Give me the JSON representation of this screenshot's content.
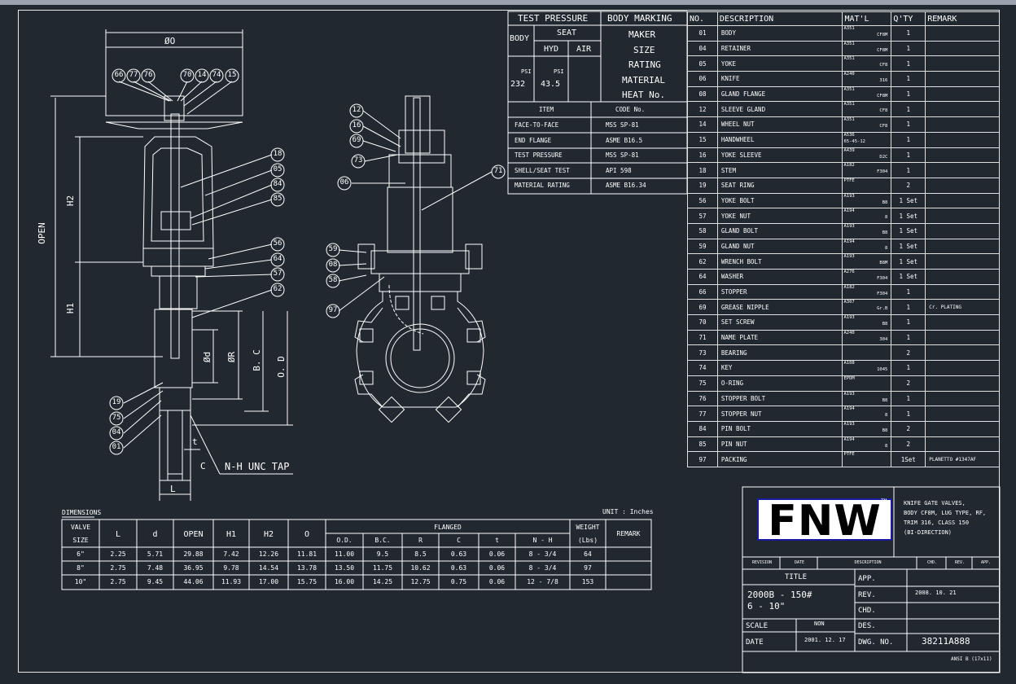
{
  "test_pressure": {
    "title": "TEST PRESSURE",
    "body": "BODY",
    "seat": "SEAT",
    "hyd": "HYD",
    "air": "AIR",
    "psi_body": "PSI",
    "psi_seat": "PSI",
    "body_value": "232",
    "hyd_value": "43.5"
  },
  "body_marking": {
    "title": "BODY MARKING",
    "items": [
      "MAKER",
      "SIZE",
      "RATING",
      "MATERIAL",
      "HEAT No."
    ]
  },
  "codes": {
    "headers": [
      "ITEM",
      "CODE No."
    ],
    "rows": [
      [
        "FACE-TO-FACE",
        "MSS SP-81"
      ],
      [
        "END FLANGE",
        "ASME B16.5"
      ],
      [
        "TEST PRESSURE",
        "MSS SP-81"
      ],
      [
        "SHELL/SEAT TEST",
        "API 598"
      ],
      [
        "MATERIAL RATING",
        "ASME B16.34"
      ]
    ]
  },
  "parts": {
    "headers": [
      "NO.",
      "DESCRIPTION",
      "MAT'L",
      "Q'TY",
      "REMARK"
    ],
    "rows": [
      {
        "no": "01",
        "desc": "BODY",
        "mat_std": "A351",
        "mat_grade": "CF8M",
        "qty": "1",
        "remark": ""
      },
      {
        "no": "04",
        "desc": "RETAINER",
        "mat_std": "A351",
        "mat_grade": "CF8M",
        "qty": "1",
        "remark": ""
      },
      {
        "no": "05",
        "desc": "YOKE",
        "mat_std": "A351",
        "mat_grade": "CF8",
        "qty": "1",
        "remark": ""
      },
      {
        "no": "06",
        "desc": "KNIFE",
        "mat_std": "A240",
        "mat_grade": "316",
        "qty": "1",
        "remark": ""
      },
      {
        "no": "08",
        "desc": "GLAND FLANGE",
        "mat_std": "A351",
        "mat_grade": "CF8M",
        "qty": "1",
        "remark": ""
      },
      {
        "no": "12",
        "desc": "SLEEVE GLAND",
        "mat_std": "A351",
        "mat_grade": "CF8",
        "qty": "1",
        "remark": ""
      },
      {
        "no": "14",
        "desc": "WHEEL NUT",
        "mat_std": "A351",
        "mat_grade": "CF8",
        "qty": "1",
        "remark": ""
      },
      {
        "no": "15",
        "desc": "HANDWHEEL",
        "mat_std": "A536",
        "mat_grade": "65-45-12",
        "qty": "1",
        "remark": ""
      },
      {
        "no": "16",
        "desc": "YOKE SLEEVE",
        "mat_std": "A439",
        "mat_grade": "D2C",
        "qty": "1",
        "remark": ""
      },
      {
        "no": "18",
        "desc": "STEM",
        "mat_std": "A182",
        "mat_grade": "F304",
        "qty": "1",
        "remark": ""
      },
      {
        "no": "19",
        "desc": "SEAT RING",
        "mat_std": "PTFE",
        "mat_grade": "",
        "qty": "2",
        "remark": ""
      },
      {
        "no": "56",
        "desc": "YOKE BOLT",
        "mat_std": "A193",
        "mat_grade": "B8",
        "qty": "1 Set",
        "remark": ""
      },
      {
        "no": "57",
        "desc": "YOKE NUT",
        "mat_std": "A194",
        "mat_grade": "8",
        "qty": "1 Set",
        "remark": ""
      },
      {
        "no": "58",
        "desc": "GLAND BOLT",
        "mat_std": "A193",
        "mat_grade": "B8",
        "qty": "1 Set",
        "remark": ""
      },
      {
        "no": "59",
        "desc": "GLAND NUT",
        "mat_std": "A194",
        "mat_grade": "8",
        "qty": "1 Set",
        "remark": ""
      },
      {
        "no": "62",
        "desc": "WRENCH BOLT",
        "mat_std": "A193",
        "mat_grade": "B8M",
        "qty": "1 Set",
        "remark": ""
      },
      {
        "no": "64",
        "desc": "WASHER",
        "mat_std": "A276",
        "mat_grade": "F304",
        "qty": "1 Set",
        "remark": ""
      },
      {
        "no": "66",
        "desc": "STOPPER",
        "mat_std": "A182",
        "mat_grade": "F304",
        "qty": "1",
        "remark": ""
      },
      {
        "no": "69",
        "desc": "GREASE NIPPLE",
        "mat_std": "A307",
        "mat_grade": "Gr.B",
        "qty": "1",
        "remark": "Cr. PLATING"
      },
      {
        "no": "70",
        "desc": "SET SCREW",
        "mat_std": "A193",
        "mat_grade": "B8",
        "qty": "1",
        "remark": ""
      },
      {
        "no": "71",
        "desc": "NAME PLATE",
        "mat_std": "A240",
        "mat_grade": "304",
        "qty": "1",
        "remark": ""
      },
      {
        "no": "73",
        "desc": "BEARING",
        "mat_std": "",
        "mat_grade": "",
        "qty": "2",
        "remark": ""
      },
      {
        "no": "74",
        "desc": "KEY",
        "mat_std": "A108",
        "mat_grade": "1045",
        "qty": "1",
        "remark": ""
      },
      {
        "no": "75",
        "desc": "O-RING",
        "mat_std": "EPDM",
        "mat_grade": "",
        "qty": "2",
        "remark": ""
      },
      {
        "no": "76",
        "desc": "STOPPER BOLT",
        "mat_std": "A193",
        "mat_grade": "B8",
        "qty": "1",
        "remark": ""
      },
      {
        "no": "77",
        "desc": "STOPPER NUT",
        "mat_std": "A194",
        "mat_grade": "8",
        "qty": "1",
        "remark": ""
      },
      {
        "no": "84",
        "desc": "PIN BOLT",
        "mat_std": "A193",
        "mat_grade": "B8",
        "qty": "2",
        "remark": ""
      },
      {
        "no": "85",
        "desc": "PIN NUT",
        "mat_std": "A194",
        "mat_grade": "8",
        "qty": "2",
        "remark": ""
      },
      {
        "no": "97",
        "desc": "PACKING",
        "mat_std": "PTFE",
        "mat_grade": "",
        "qty": "1Set",
        "remark": "PLANETTO #1347AF"
      }
    ]
  },
  "dimensions": {
    "title": "DIMENSIONS",
    "unit": "UNIT : Inches",
    "valve": "VALVE",
    "size": "SIZE",
    "flanged": "FLANGED",
    "weight": "WEIGHT",
    "lbs": "(Lbs)",
    "remark": "REMARK",
    "cols": [
      "L",
      "d",
      "OPEN",
      "H1",
      "H2",
      "O"
    ],
    "flanged_cols": [
      "O.D.",
      "B.C.",
      "R",
      "C",
      "t",
      "N - H"
    ],
    "rows": [
      [
        "6\"",
        "2.25",
        "5.71",
        "29.88",
        "7.42",
        "12.26",
        "11.81",
        "11.00",
        "9.5",
        "8.5",
        "0.63",
        "0.06",
        "8 - 3/4",
        "64",
        ""
      ],
      [
        "8\"",
        "2.75",
        "7.48",
        "36.95",
        "9.78",
        "14.54",
        "13.78",
        "13.50",
        "11.75",
        "10.62",
        "0.63",
        "0.06",
        "8 - 3/4",
        "97",
        ""
      ],
      [
        "10\"",
        "2.75",
        "9.45",
        "44.06",
        "11.93",
        "17.00",
        "15.75",
        "16.00",
        "14.25",
        "12.75",
        "0.75",
        "0.06",
        "12 - 7/8",
        "153",
        ""
      ]
    ]
  },
  "title_block": {
    "logo": "FNW",
    "tm": "TM",
    "desc_lines": [
      "KNIFE GATE VALVES,",
      "BODY CF8M, LUG TYPE, RF,",
      "TRIM 316, CLASS 150",
      "(BI-DIRECTION)"
    ],
    "rev_headers": [
      "REVISION",
      "DATE",
      "DESCRIPTION",
      "CHD.",
      "REV.",
      "APP."
    ],
    "title_label": "TITLE",
    "title_value_1": "2000B - 150#",
    "title_value_2": "6 - 10\"",
    "scale_label": "SCALE",
    "scale_value": "NON",
    "date_label": "DATE",
    "date_value": "2001. 12. 17",
    "app_label": "APP.",
    "rev_label": "REV.",
    "rev_value": "2008. 10. 21",
    "chd_label": "CHD.",
    "des_label": "DES.",
    "dwg_label": "DWG. NO.",
    "dwg_value": "38211A888",
    "sheet": "ANSI B (17x11)"
  },
  "drawing": {
    "balloons_left": [
      "66",
      "77",
      "76",
      "70",
      "14",
      "74",
      "15",
      "18",
      "05",
      "84",
      "85",
      "56",
      "64",
      "57",
      "62",
      "19",
      "75",
      "04",
      "01"
    ],
    "balloons_right": [
      "12",
      "16",
      "69",
      "73",
      "06",
      "71",
      "59",
      "08",
      "58",
      "97"
    ],
    "dim_o": "ØO",
    "dim_h2": "H2",
    "dim_h1": "H1",
    "dim_open": "OPEN",
    "dim_d": "Ød",
    "dim_r": "ØR",
    "dim_bc": "B. C",
    "dim_od": "O. D",
    "dim_t": "t",
    "dim_c": "C",
    "dim_l": "L",
    "tap_label": "N-H UNC TAP"
  },
  "colors": {
    "background": "#212830",
    "lines": "#ffffff",
    "logo_border": "#1a1aa0"
  }
}
